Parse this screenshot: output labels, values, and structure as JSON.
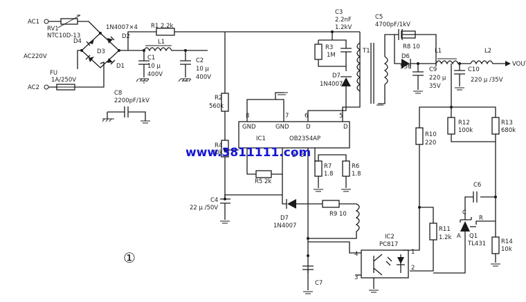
{
  "labels": {
    "ac1": "AC1",
    "ac2": "AC2",
    "ac220v": "AC220V",
    "rv1_name": "RV1",
    "rv1_type": "NTC10D-13",
    "fu_name": "FU",
    "fu_val": "1A/250V",
    "diodes": "1N4007×4",
    "d1": "D1",
    "d2": "D2",
    "d3": "D3",
    "d4": "D4",
    "r1": "R1  2.2k",
    "l1": "L1",
    "c1_name": "C1",
    "c1_v1": "10 μ",
    "c1_v2": "400V",
    "c2_name": "C2",
    "c2_v1": "10 μ",
    "c2_v2": "400V",
    "c8_name": "C8",
    "c8_val": "2200pF/1kV",
    "r2_name": "R2",
    "r2_val": "560k",
    "r4_name": "R4",
    "r4_val": "30k",
    "c4_name": "C4",
    "c4_val": "22 μ /50V",
    "r5": "R5  2k",
    "c3_name": "C3",
    "c3_v1": "2.2nF",
    "c3_v2": "1.2kV",
    "r3_name": "R3",
    "r3_val": "1M",
    "d7a_name": "D7",
    "d7a_val": "1N4007",
    "ic1_pin8": "8",
    "ic1_pin7": "7",
    "ic1_pin6": "6",
    "ic1_pin5": "5",
    "ic1_gnd1": "GND",
    "ic1_gnd2": "GND",
    "ic1_d1": "D",
    "ic1_d2": "D",
    "ic1_name": "IC1",
    "ic1_part": "OB2354AP",
    "ic1_pin2": "2",
    "ic1_pin3": "3",
    "r7_name": "R7",
    "r7_val": "1.8",
    "r6_name": "R6",
    "r6_val": "1.8",
    "d7b_name": "D7",
    "d7b_val": "1N4007",
    "r9": "R9  10",
    "c7": "C7",
    "t1": "T1",
    "c5_name": "C5",
    "c5_val": "4700pF/1kV",
    "r8": "R8  10",
    "d6_name": "D6",
    "d6_val": "S36",
    "c9_name": "C9",
    "c9_v1": "220 μ",
    "c9_v2": "35V",
    "l1b": "L1",
    "c10_name": "C10",
    "c10_val": "220 μ /35V",
    "l2": "L2",
    "vout": "VOUT",
    "r12_name": "R12",
    "r12_val": "100k",
    "r13_name": "R13",
    "r13_val": "680k",
    "r10_name": "R10",
    "r10_val": "220",
    "c6": "C6",
    "r_lbl": "R",
    "c_lbl": "C",
    "a_lbl": "A",
    "q1_name": "Q1",
    "q1_val": "TL431",
    "r11_name": "R11",
    "r11_val": "1.2k",
    "r14_name": "R14",
    "r14_val": "10k",
    "ic2_name": "IC2",
    "ic2_part": "PC817",
    "ic2_p1": "1",
    "ic2_p2": "2",
    "ic2_p3": "3",
    "ic2_p4": "4",
    "figure_num": "①"
  },
  "watermark": "www.3811111.com",
  "colors": {
    "ink": "#1a1a1a",
    "watermark": "#1515d4",
    "background": "#ffffff"
  }
}
